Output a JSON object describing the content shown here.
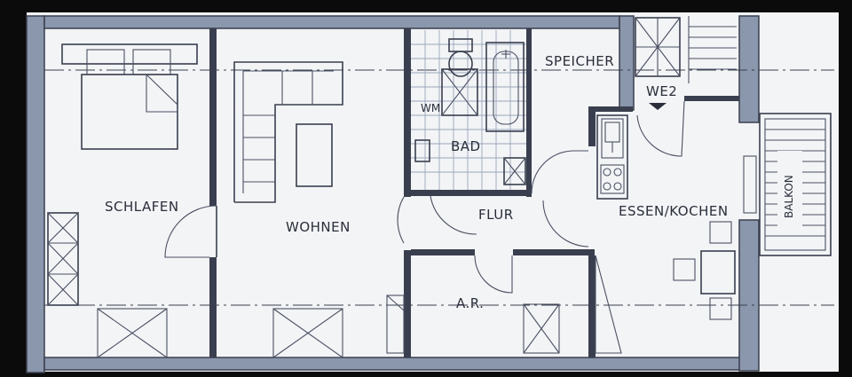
{
  "rooms": {
    "schlafen": "SCHLAFEN",
    "wohnen": "WOHNEN",
    "bad": "BAD",
    "wm": "WM",
    "speicher": "SPEICHER",
    "we2": "WE2",
    "flur": "FLUR",
    "essen_kochen": "ESSEN/KOCHEN",
    "ar": "A.R.",
    "balkon": "BALKON"
  }
}
